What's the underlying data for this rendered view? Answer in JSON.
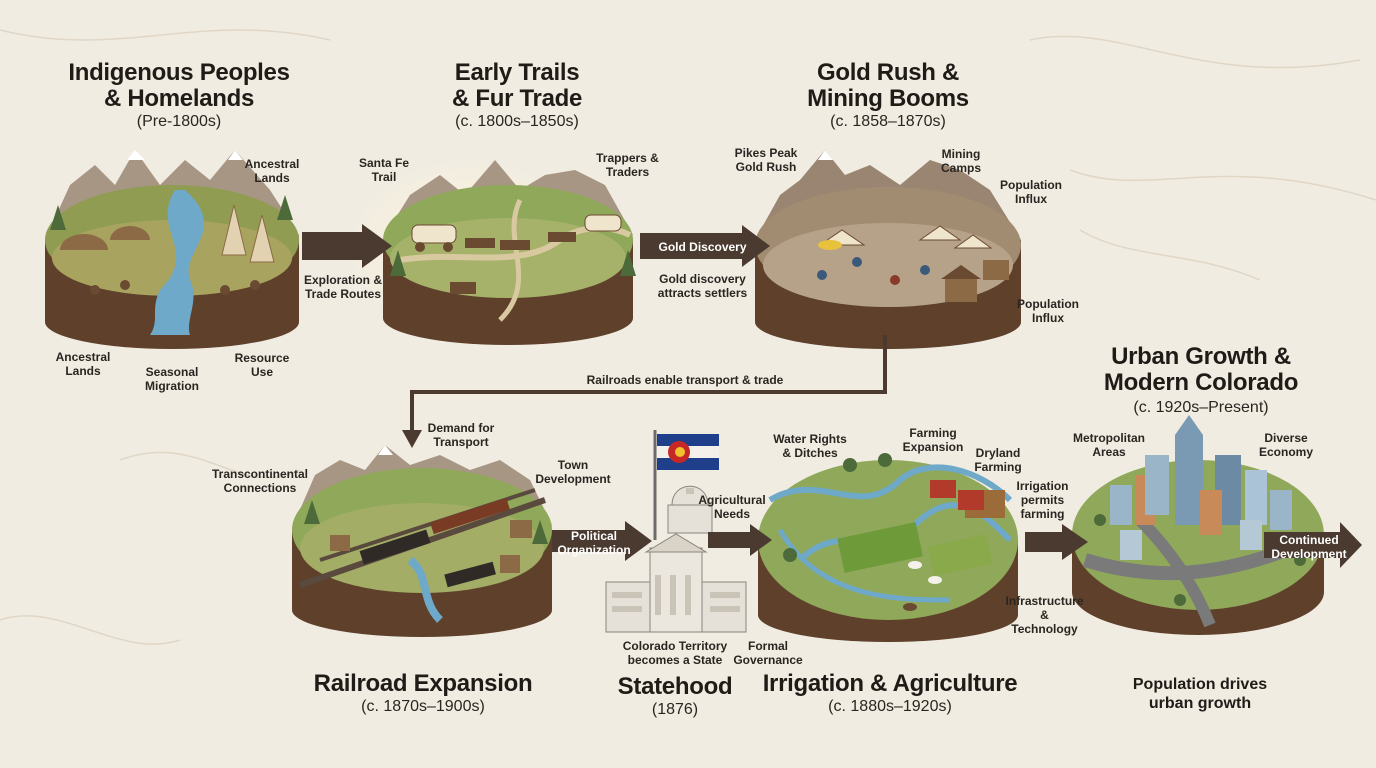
{
  "stages": [
    {
      "title": "Indigenous Peoples\n& Homelands",
      "date": "(Pre-1800s)",
      "labels": [
        "Ancestral\nLands",
        "Ancestral\nLands",
        "Seasonal\nMigration",
        "Resource\nUse"
      ]
    },
    {
      "title": "Early Trails\n& Fur Trade",
      "date": "(c. 1800s–1850s)",
      "labels": [
        "Santa Fe\nTrail",
        "Trappers &\nTraders"
      ]
    },
    {
      "title": "Gold Rush &\nMining Booms",
      "date": "(c. 1858–1870s)",
      "labels": [
        "Pikes Peak\nGold Rush",
        "Mining\nCamps",
        "Population\nInflux",
        "Population\nInflux"
      ]
    },
    {
      "title": "Railroad Expansion",
      "date": "(c. 1870s–1900s)",
      "labels": [
        "Transcontinental\nConnections",
        "Town\nDevelopment",
        "Demand for\nTransport"
      ]
    },
    {
      "title": "Statehood",
      "date": "(1876)",
      "labels": [
        "Colorado Territory\nbecomes a State",
        "Formal\nGovernance",
        "Agricultural\nNeeds"
      ]
    },
    {
      "title": "Irrigation & Agriculture",
      "date": "(c. 1880s–1920s)",
      "labels": [
        "Water Rights\n& Ditches",
        "Farming\nExpansion",
        "Dryland\nFarming"
      ]
    },
    {
      "title": "Urban Growth &\nModern Colorado",
      "date": "(c. 1920s–Present)",
      "labels": [
        "Metropolitan\nAreas",
        "Diverse\nEconomy"
      ]
    }
  ],
  "connectors": {
    "exploration": "Exploration &\nTrade Routes",
    "gold_discovery": "Gold Discovery",
    "gold_attracts": "Gold discovery\nattracts settlers",
    "railroads": "Railroads enable transport & trade",
    "political": "Political\nOrganization",
    "irrigation_permits": "Irrigation\npermits\nfarming",
    "infrastructure": "Infrastructure\n&\nTechnology",
    "continued": "Continued\nDevelopment",
    "population": "Population drives\nurban growth"
  },
  "colors": {
    "background": "#f1ece2",
    "arrow": "#4a3a30",
    "earth": "#6b4a32",
    "grass": "#8fa85a",
    "water": "#6fa9c9",
    "mountain": "#a89684"
  }
}
